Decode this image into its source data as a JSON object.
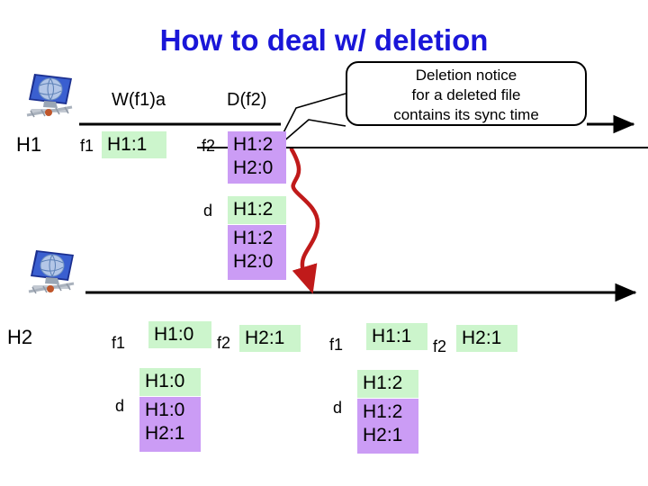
{
  "slide": {
    "title": "How to deal w/ deletion",
    "title_color": "#1a16d8",
    "background": "#ffffff"
  },
  "colors": {
    "green": "#ccf5cc",
    "purple": "#cb9cf5",
    "red_arrow": "#c01a1a",
    "line": "#000000"
  },
  "callout": {
    "line1": "Deletion notice",
    "line2": "for a deleted file",
    "line3": "contains its sync time"
  },
  "hosts": [
    {
      "id": "h1",
      "label": "H1",
      "icon": "networked-computer-icon"
    },
    {
      "id": "h2",
      "label": "H2",
      "icon": "networked-computer-icon"
    }
  ],
  "h1_timeline": {
    "operations": [
      {
        "name": "write-op-label",
        "text": "W(f1)a"
      },
      {
        "name": "delete-op-label",
        "text": "D(f2)"
      }
    ],
    "entries": [
      {
        "key": "f1",
        "key_struck": false,
        "box": {
          "color": "green",
          "lines": [
            "H1:1"
          ]
        }
      },
      {
        "key": "f2",
        "key_struck": true,
        "box": {
          "color": "purple",
          "lines": [
            "H1:2",
            "H2:0"
          ]
        }
      },
      {
        "key": "d",
        "key_struck": false,
        "box": {
          "color": "green",
          "lines": [
            "H1:2"
          ]
        }
      },
      {
        "key": "",
        "key_struck": false,
        "box": {
          "color": "purple",
          "lines": [
            "H1:2",
            "H2:0"
          ]
        }
      }
    ]
  },
  "h2_timeline": {
    "entries_row1": [
      {
        "key": "f1",
        "box": {
          "color": "green",
          "lines": [
            "H1:0"
          ]
        }
      },
      {
        "key": "f2",
        "box": {
          "color": "green",
          "lines": [
            "H2:1"
          ]
        }
      },
      {
        "key": "f1",
        "box": {
          "color": "green",
          "lines": [
            "H1:1"
          ]
        }
      },
      {
        "key": "f2",
        "box": {
          "color": "green",
          "lines": [
            "H2:1"
          ]
        }
      }
    ],
    "entries_row2": [
      {
        "key": "d",
        "boxes": [
          {
            "color": "green",
            "lines": [
              "H1:0"
            ]
          },
          {
            "color": "purple",
            "lines": [
              "H1:0",
              "H2:1"
            ]
          }
        ]
      },
      {
        "key": "d",
        "boxes": [
          {
            "color": "green",
            "lines": [
              "H1:2"
            ]
          },
          {
            "color": "purple",
            "lines": [
              "H1:2",
              "H2:1"
            ]
          }
        ]
      }
    ]
  }
}
